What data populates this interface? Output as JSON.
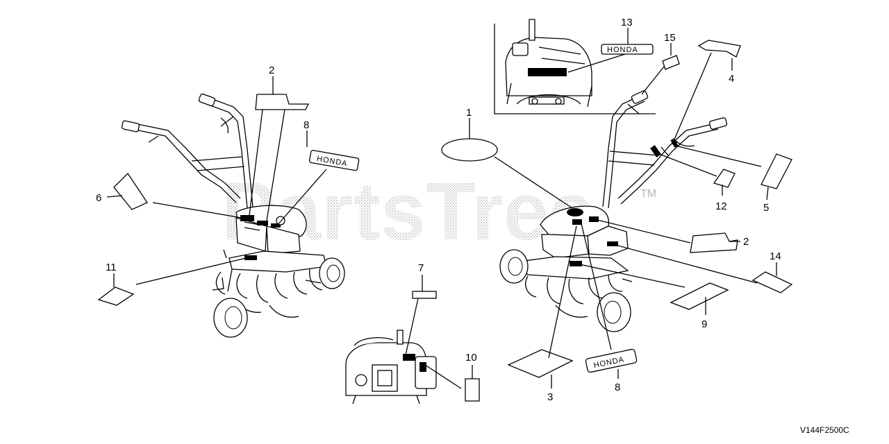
{
  "watermark": {
    "text": "PartsTree",
    "trademark": "TM"
  },
  "diagram_code": "V144F2500C",
  "honda_text": "HONDA",
  "callouts": {
    "c1": "1",
    "c2a": "2",
    "c2b": "2",
    "c3": "3",
    "c4": "4",
    "c5": "5",
    "c6": "6",
    "c7": "7",
    "c8a": "8",
    "c8b": "8",
    "c9": "9",
    "c10": "10",
    "c11": "11",
    "c12": "12",
    "c13": "13",
    "c14": "14",
    "c15": "15"
  }
}
